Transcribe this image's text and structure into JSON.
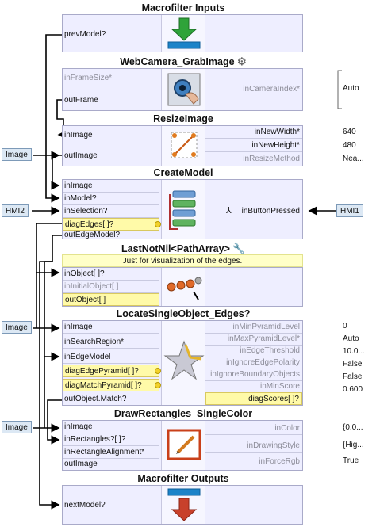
{
  "macro_inputs": {
    "title": "Macrofilter Inputs",
    "port": "prevModel?"
  },
  "webcam": {
    "title": "WebCamera_GrabImage",
    "inputs": [
      "inFrameSize*"
    ],
    "outputs": [
      "outFrame"
    ],
    "right_ports": [
      "inCameraIndex*"
    ],
    "values": [
      "Auto"
    ]
  },
  "resize": {
    "title": "ResizeImage",
    "inputs": [
      "inImage"
    ],
    "outputs": [
      "outImage"
    ],
    "right_ports": [
      "inNewWidth*",
      "inNewHeight*",
      "inResizeMethod"
    ],
    "values": [
      "640",
      "480",
      "Nea..."
    ]
  },
  "create": {
    "title": "CreateModel",
    "ports": [
      "inImage",
      "inModel?",
      "inSelection?",
      "diagEdges[ ]?",
      "outEdgeModel?"
    ],
    "right_port": "inButtonPressed"
  },
  "lastnotnil": {
    "title": "LastNotNil<PathArray>",
    "note": "Just for visualization of the edges.",
    "ports": [
      "inObject[ ]?",
      "inInitialObject[ ]",
      "outObject[ ]"
    ]
  },
  "locate": {
    "title": "LocateSingleObject_Edges?",
    "ports": [
      "inImage",
      "inSearchRegion*",
      "inEdgeModel",
      "diagEdgePyramid[ ]?",
      "diagMatchPyramid[ ]?",
      "outObject.Match?"
    ],
    "right_ports": [
      "inMinPyramidLevel",
      "inMaxPyramidLevel*",
      "inEdgeThreshold",
      "inIgnoreEdgePolarity",
      "inIgnoreBoundaryObjects",
      "inMinScore",
      "diagScores[ ]?"
    ],
    "values": [
      "0",
      "Auto",
      "10.0...",
      "False",
      "False",
      "0.600"
    ]
  },
  "draw": {
    "title": "DrawRectangles_SingleColor",
    "ports": [
      "inImage",
      "inRectangles?[ ]?",
      "inRectangleAlignment*",
      "outImage"
    ],
    "right_ports": [
      "inColor",
      "inDrawingStyle",
      "inForceRgb"
    ],
    "values": [
      "{0.0...",
      "{Hig...",
      "True"
    ]
  },
  "macro_outputs": {
    "title": "Macrofilter Outputs",
    "port": "nextModel?"
  },
  "external": {
    "image1": "Image",
    "hmi2": "HMI2",
    "hmi1": "HMI1",
    "image2": "Image",
    "image3": "Image"
  },
  "colors": {
    "block_bg": "#eeeeff",
    "block_border": "#a9aac9",
    "diag_yellow": "#fffaa8",
    "note_bg": "#ffffc8",
    "wire": "#000000"
  }
}
